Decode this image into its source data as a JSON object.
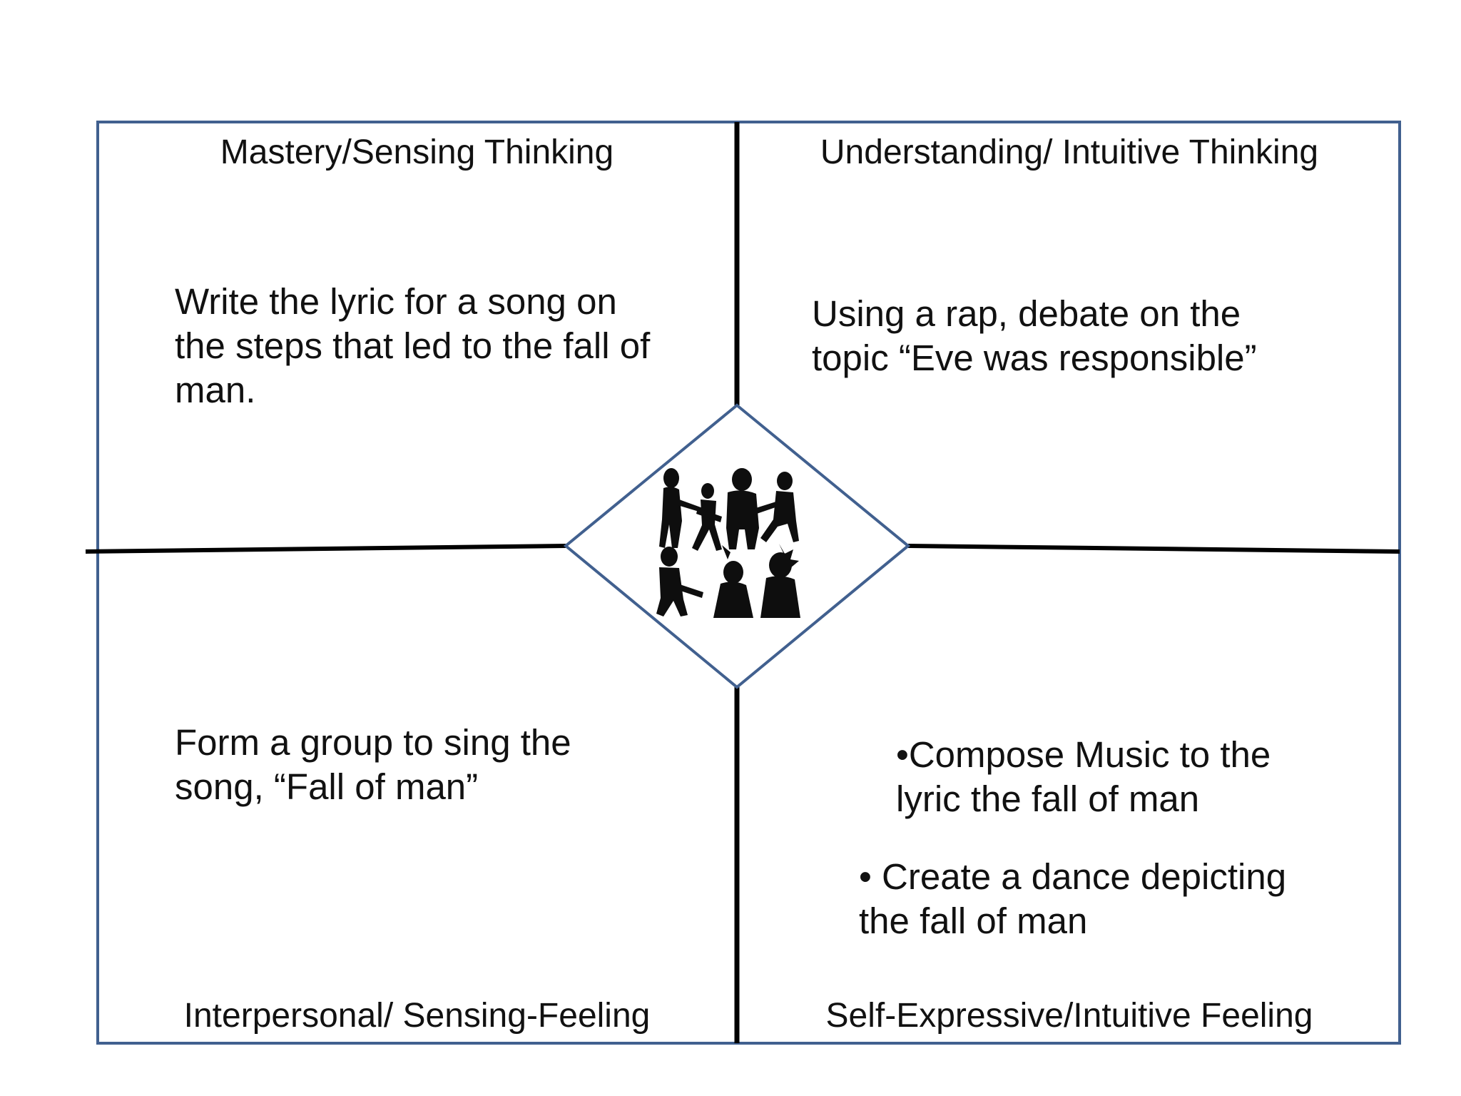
{
  "quadrants": {
    "top_left": {
      "heading": "Mastery/Sensing Thinking",
      "text_lines": [
        "Write the lyric for a song on",
        "the steps that led to the fall of",
        "man."
      ]
    },
    "top_right": {
      "heading": "Understanding/ Intuitive Thinking",
      "text_lines": [
        "Using a rap, debate on the",
        "topic “Eve was responsible”"
      ]
    },
    "bottom_left": {
      "heading": "Interpersonal/ Sensing-Feeling",
      "text_lines": [
        "Form a group to sing the",
        "song, “Fall of man”"
      ]
    },
    "bottom_right": {
      "heading": "Self-Expressive/Intuitive Feeling",
      "bullets": [
        {
          "lines": [
            "•Compose Music to the",
            "lyric the fall of man"
          ]
        },
        {
          "lines": [
            "• Create a dance depicting",
            "the fall of man"
          ]
        }
      ]
    }
  },
  "center_image": {
    "icon": "music-band-silhouettes-icon"
  },
  "colors": {
    "frame": "#41608f",
    "divider": "#000000",
    "text": "#111111",
    "silhouette": "#0e0e0e"
  }
}
